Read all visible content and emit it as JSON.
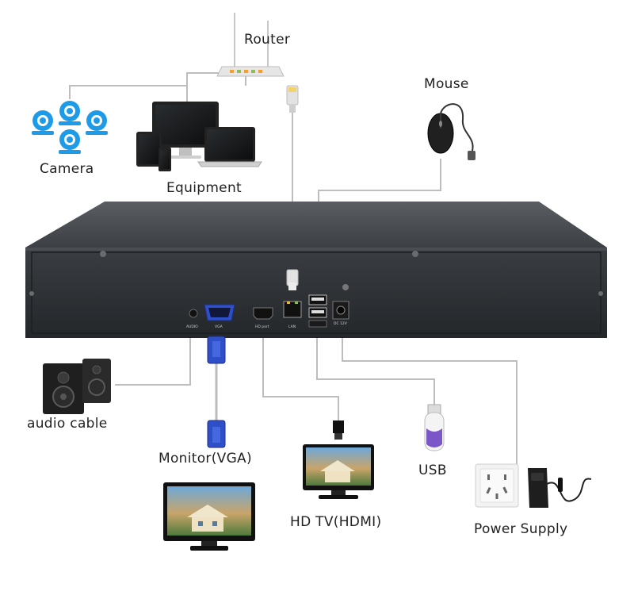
{
  "labels": {
    "router": "Router",
    "camera": "Camera",
    "equipment": "Equipment",
    "mouse": "Mouse",
    "audio": "audio cable",
    "monitor": "Monitor(VGA)",
    "hdtv": "HD TV(HDMI)",
    "usb": "USB",
    "power": "Power Supply"
  },
  "ports": {
    "audio": "AUDIO",
    "vga": "VGA",
    "hdmi": "HD port",
    "lan": "LAN",
    "dc": "DC 12V"
  },
  "icons": [
    "router-icon",
    "camera-icon",
    "desktop-monitor-icon",
    "laptop-icon",
    "tablet-icon",
    "phone-icon",
    "mouse-icon",
    "speaker-icon",
    "vga-connector-icon",
    "lcd-monitor-icon",
    "hdmi-connector-icon",
    "hd-tv-icon",
    "usb-stick-icon",
    "wall-socket-icon",
    "power-adapter-icon"
  ],
  "colors": {
    "nvr_body": "#34383c",
    "cable": "#bdbdbd",
    "camera_blue": "#1e9be8",
    "vga_blue": "#2f4fc8"
  }
}
